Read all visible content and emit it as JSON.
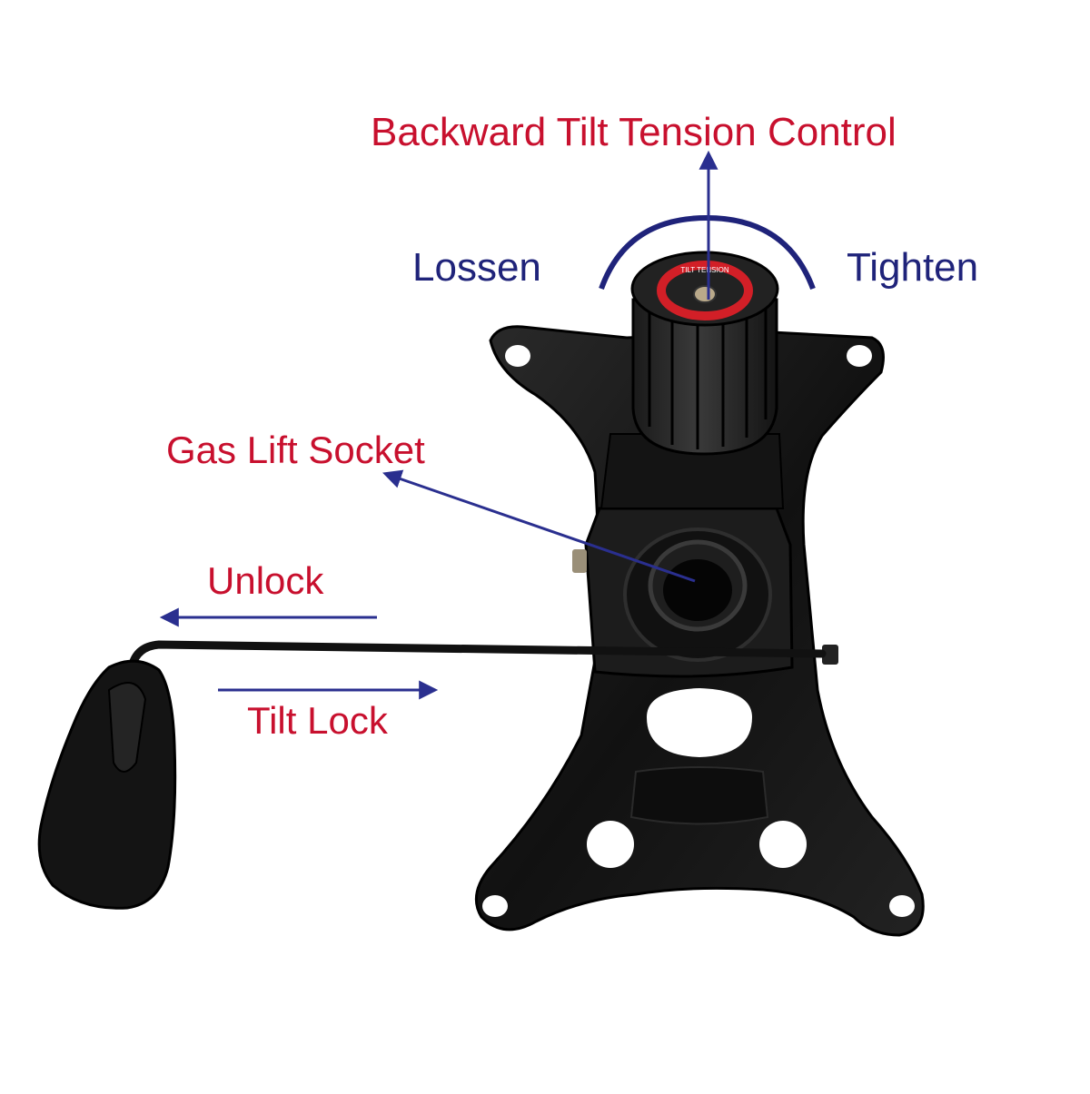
{
  "labels": {
    "tension_control": "Backward Tilt Tension Control",
    "loosen": "Lossen",
    "tighten": "Tighten",
    "gas_lift_socket": "Gas Lift Socket",
    "unlock": "Unlock",
    "tilt_lock": "Tilt Lock"
  },
  "knob_ring_text": "TILT TENSION",
  "colors": {
    "label_red": "#c8102e",
    "label_blue": "#1f237a",
    "arrow_blue": "#2a2f8f",
    "metal_black": "#161616",
    "ring_red": "#d21f27"
  }
}
